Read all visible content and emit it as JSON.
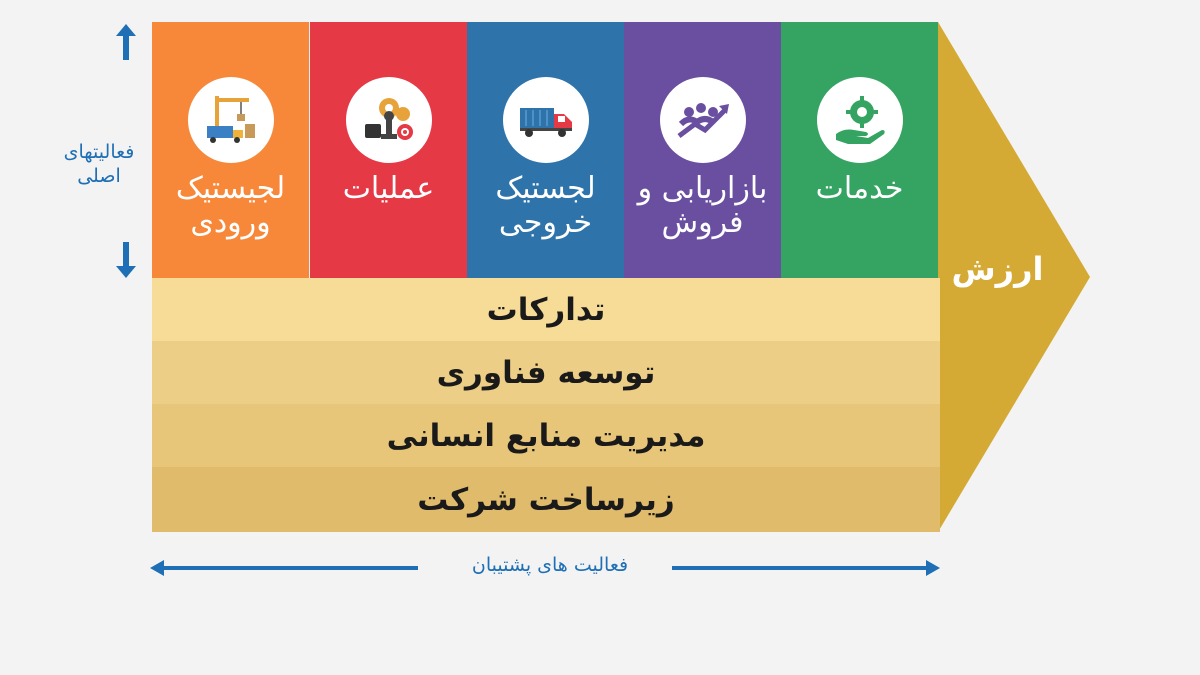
{
  "primary_activities": [
    {
      "label": "لجیستیک ورودی",
      "color": "#f7883a",
      "icon": "crane-truck-icon"
    },
    {
      "label": "عملیات",
      "color": "#e63946",
      "icon": "gears-chess-icon"
    },
    {
      "label": "لجستیک خروجی",
      "color": "#2e74aa",
      "icon": "truck-icon"
    },
    {
      "label": "بازاریابی و فروش",
      "color": "#6a4fa0",
      "icon": "growth-people-icon"
    },
    {
      "label": "خدمات",
      "color": "#35a362",
      "icon": "hand-gear-icon"
    }
  ],
  "support_activities": [
    {
      "label": "تدارکات",
      "color": "#f7dc98"
    },
    {
      "label": "توسعه فناوری",
      "color": "#ecce86"
    },
    {
      "label": "مدیریت منابع انسانی",
      "color": "#e7c679"
    },
    {
      "label": "زیرساخت شرکت",
      "color": "#e0bb6c"
    }
  ],
  "value": {
    "label": "ارزش",
    "color": "#d4a934"
  },
  "primary_side_label": "فعالیتهای اصلی",
  "support_bottom_label": "فعالیت های پشتیبان",
  "arrow_color": "#1e6fb5"
}
